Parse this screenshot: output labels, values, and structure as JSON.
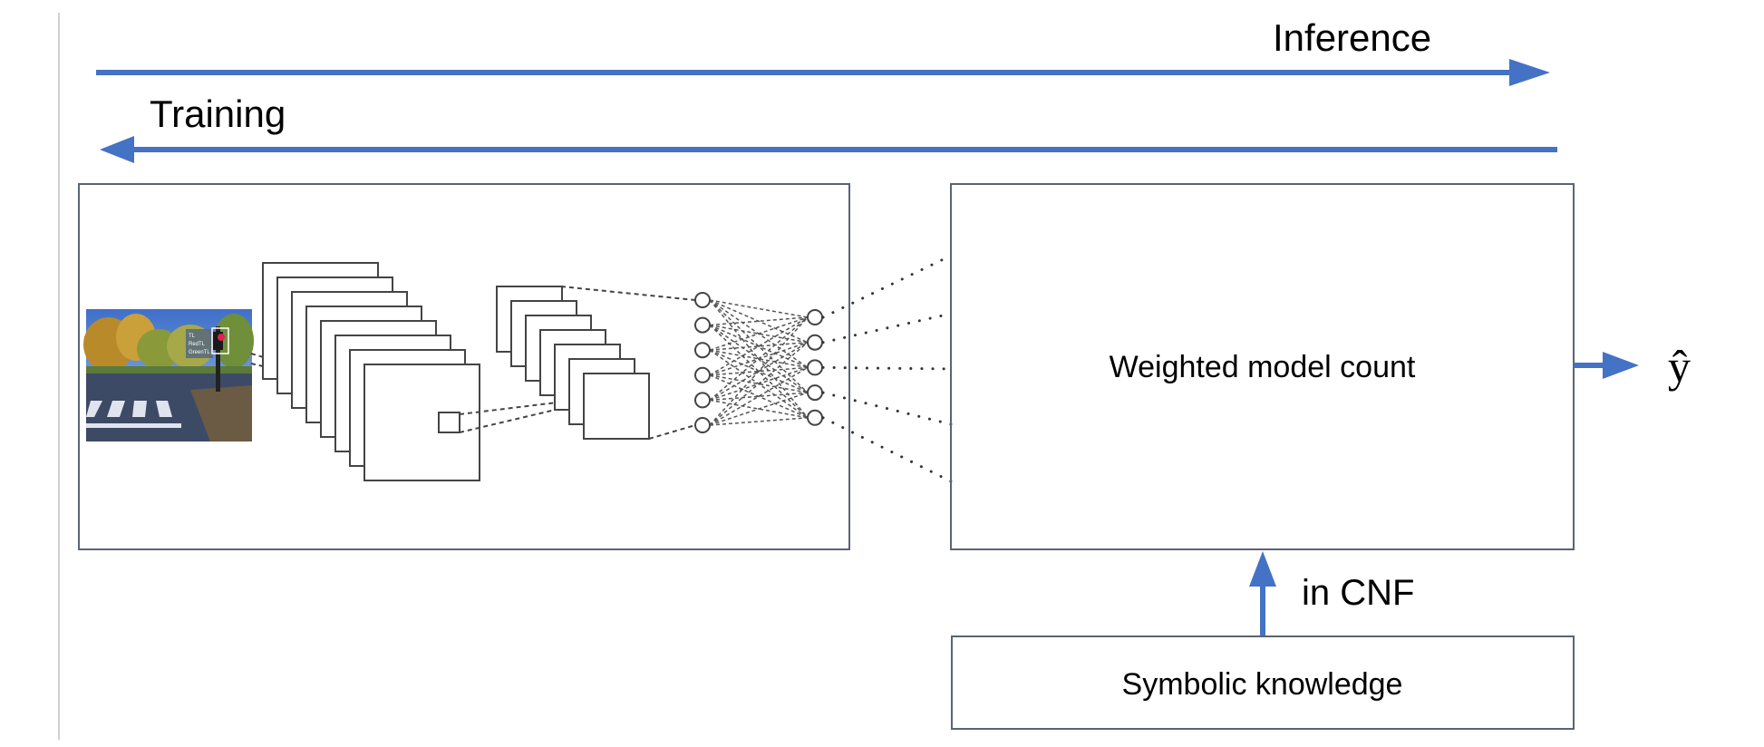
{
  "diagram": {
    "title": "Neuro-symbolic pipeline: CNN feeding weighted model count",
    "flows": {
      "inference_label": "Inference",
      "training_label": "Training"
    },
    "neural_part": {
      "input_image": {
        "description": "street scene with crosswalk and traffic light",
        "annotation_lines": [
          "TL",
          "RedTL",
          "GreenTL"
        ]
      },
      "conv_stack_1_frames": 8,
      "conv_stack_2_frames": 7,
      "dense_layer_1_neurons": 6,
      "dense_layer_2_neurons": 5,
      "outputs_to_wmc": 5
    },
    "wmc_box": {
      "label": "Weighted model count"
    },
    "cnf_arrow": {
      "label": "in CNF"
    },
    "knowledge_box": {
      "label": "Symbolic knowledge"
    },
    "output": {
      "label": "ŷ"
    },
    "colors": {
      "arrow": "#4472c4",
      "box_border": "#5a6474",
      "net_line": "#333333",
      "divider": "#d0d0d0"
    }
  }
}
